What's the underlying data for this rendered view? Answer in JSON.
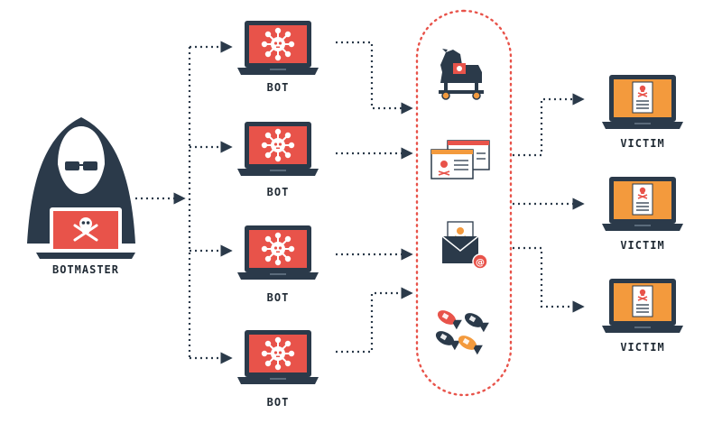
{
  "labels": {
    "botmaster": "BOTMASTER",
    "bot_1": "BOT",
    "bot_2": "BOT",
    "bot_3": "BOT",
    "bot_4": "BOT",
    "victim_1": "VICTIM",
    "victim_2": "VICTIM",
    "victim_3": "VICTIM"
  },
  "icons": {
    "attacks": [
      "trojan-horse-icon",
      "phishing-window-icon",
      "spam-email-icon",
      "bombs-icon"
    ],
    "bot_screen": "virus-icon",
    "botmaster_screen": "skull-crossbones-icon",
    "victim_screen": "infected-document-icon"
  },
  "colors": {
    "dark": "#2b3a4a",
    "bot_red": "#e8534a",
    "victim_orange": "#f39a3d",
    "dotted_arrow": "#2b3a4a",
    "attack_ring": "#e8534a"
  }
}
